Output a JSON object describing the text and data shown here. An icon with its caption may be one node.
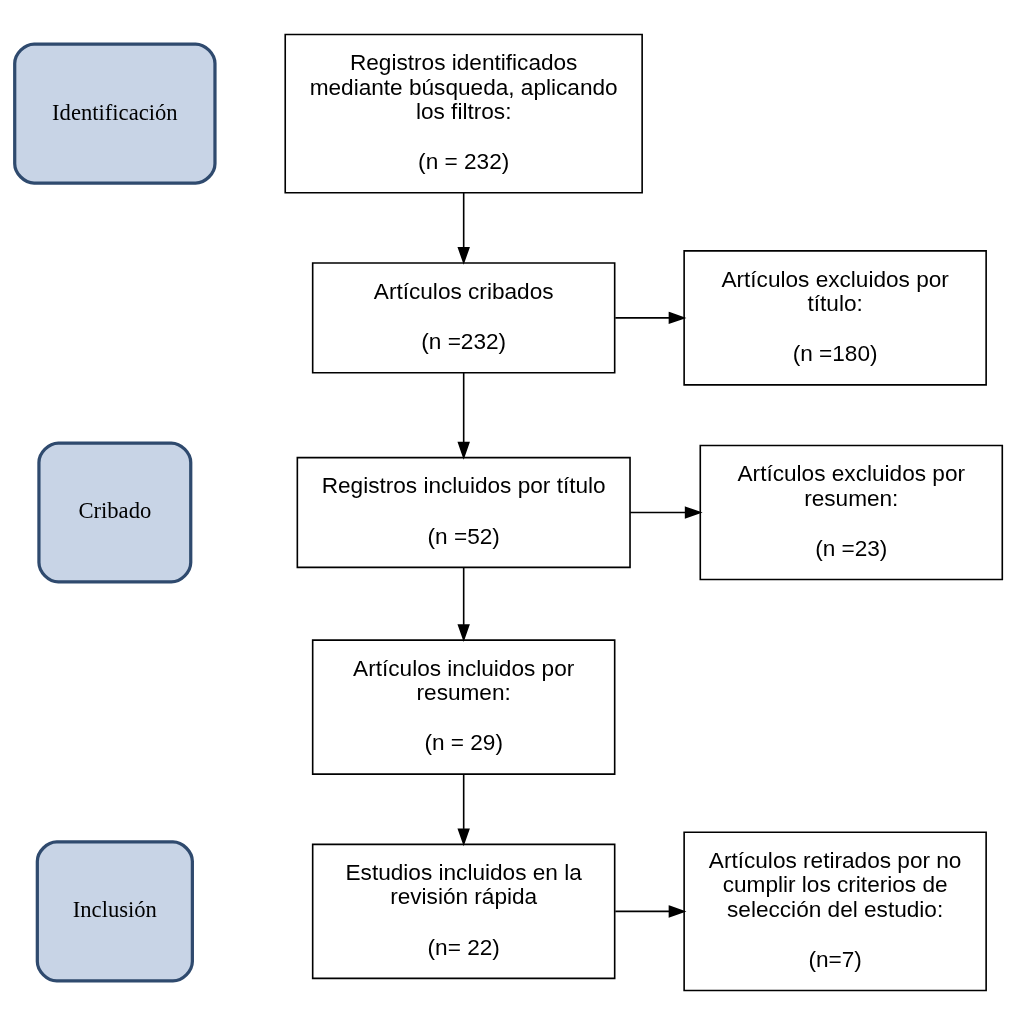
{
  "diagram": {
    "nodes": [
      {
        "text": [
          "Identificación"
        ]
      },
      {
        "text": [
          "Registros identificados mediante búsqueda, aplicando los filtros:",
          "(n = 232)"
        ]
      },
      {
        "text": [
          "Cribado"
        ]
      },
      {
        "text": [
          "Artículos cribados",
          "(n =232)"
        ]
      },
      {
        "text": [
          "Artículos excluidos por título:",
          "(n =180)"
        ]
      },
      {
        "text": [
          "Registros incluidos por título",
          "(n =52)"
        ]
      },
      {
        "text": [
          "Artículos excluidos por resumen:",
          "(n =23)"
        ]
      },
      {
        "text": [
          "Artículos incluidos por resumen:",
          "(n = 29)"
        ]
      },
      {
        "text": [
          "Inclusión"
        ]
      },
      {
        "text": [
          "Estudios incluidos en la revisión rápida",
          "(n= 22)"
        ]
      },
      {
        "text": [
          "Artículos retirados por no cumplir los criterios de selección del estudio:",
          "(n=7)"
        ]
      }
    ],
    "edges": [
      {
        "from": 1,
        "to": 3,
        "arrow": "to"
      },
      {
        "from": 3,
        "to": 4,
        "arrow": "to"
      },
      {
        "from": 3,
        "to": 5,
        "arrow": "to"
      },
      {
        "from": 5,
        "to": 6,
        "arrow": "to"
      },
      {
        "from": 5,
        "to": 7,
        "arrow": "to"
      },
      {
        "from": 7,
        "to": 9,
        "arrow": "to"
      },
      {
        "from": 9,
        "to": 10,
        "arrow": "to"
      }
    ]
  }
}
